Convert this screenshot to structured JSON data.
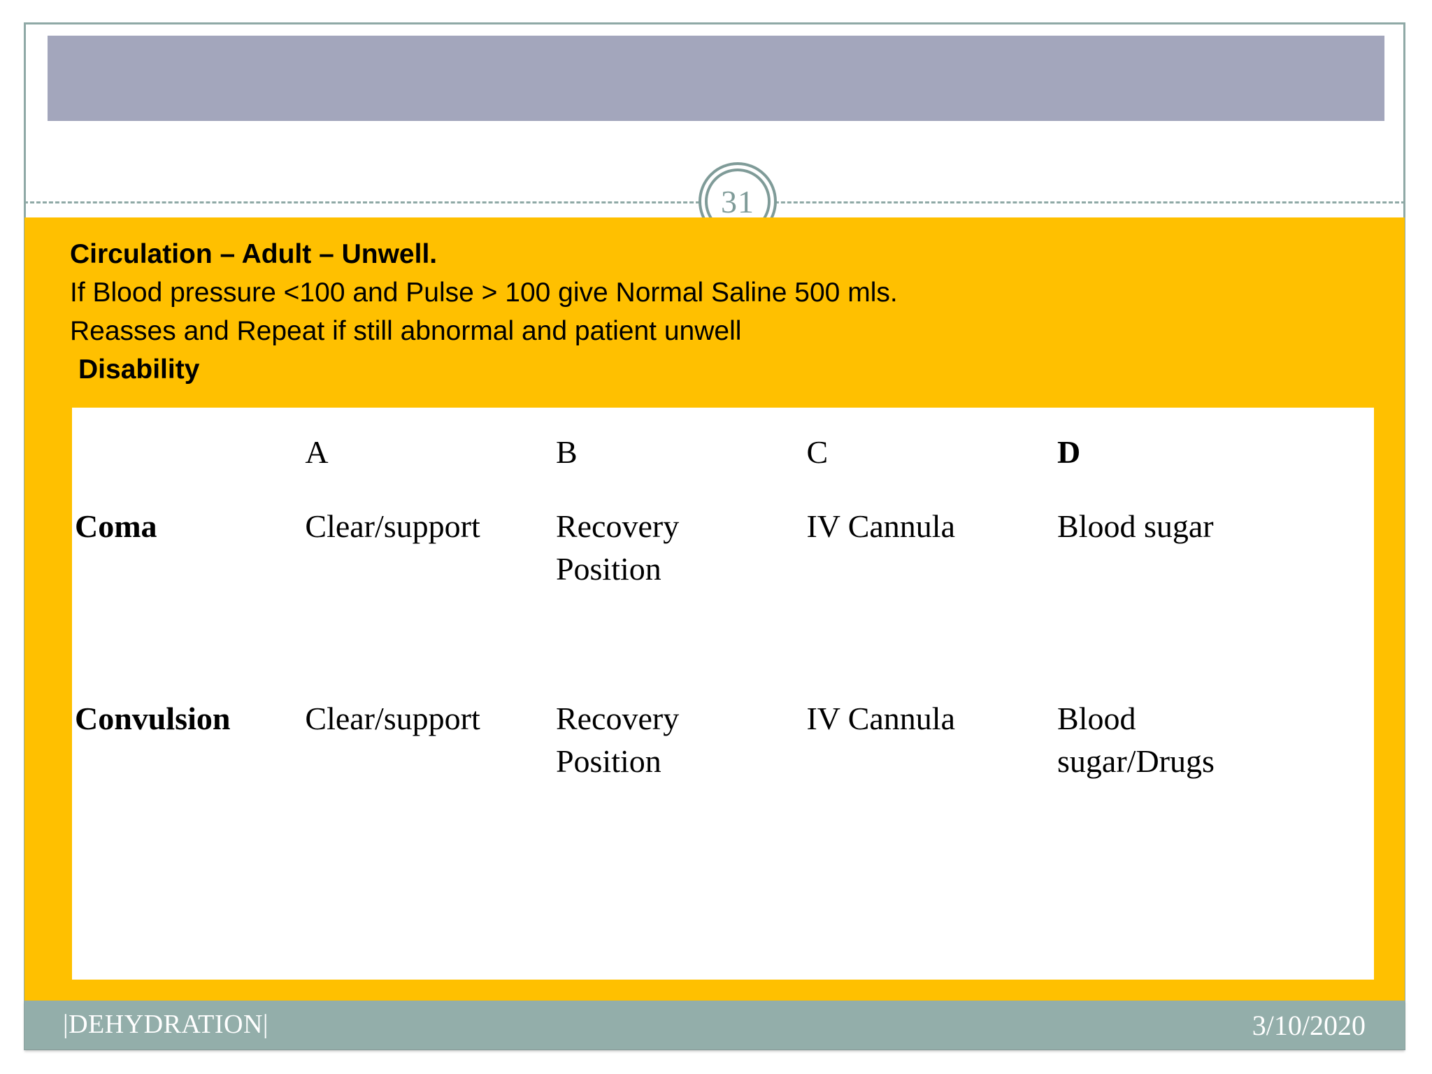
{
  "slide": {
    "page_number": "31",
    "colors": {
      "accent_yellow": "#ffc000",
      "title_placeholder": "#a3a6bc",
      "footer_bar": "#93aeaa",
      "border": "#8fa9a6",
      "badge_ring": "#7f9b98"
    }
  },
  "content": {
    "lines": [
      "Circulation – Adult – Unwell.",
      "If Blood pressure <100 and Pulse > 100 give Normal Saline 500 mls.",
      "Reasses and Repeat if still abnormal and patient unwell",
      "Disability"
    ]
  },
  "table": {
    "headers": [
      "",
      "A",
      "B",
      "C",
      "D"
    ],
    "rows": [
      {
        "label": "Coma",
        "a": "Clear/support",
        "b": "Recovery Position",
        "c": "IV Cannula",
        "d": "Blood sugar"
      },
      {
        "label": "Convulsion",
        "a": "Clear/support",
        "b": "Recovery Position",
        "c": "IV Cannula",
        "d": "Blood sugar/Drugs"
      }
    ]
  },
  "footer": {
    "left_label": "|DEHYDRATION|",
    "date": "3/10/2020"
  }
}
